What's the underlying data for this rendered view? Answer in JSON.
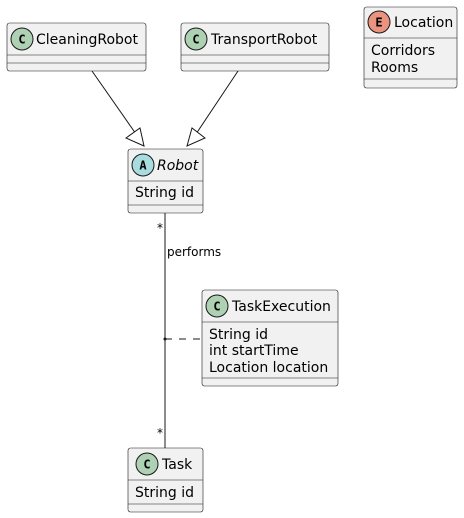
{
  "classes": {
    "cleaning_robot": {
      "name": "CleaningRobot",
      "stereotype_letter": "C",
      "badge_color": "#add1b2",
      "attributes": []
    },
    "transport_robot": {
      "name": "TransportRobot",
      "stereotype_letter": "C",
      "badge_color": "#add1b2",
      "attributes": []
    },
    "location": {
      "name": "Location",
      "stereotype_letter": "E",
      "badge_color": "#eb937f",
      "attributes": [
        "Corridors",
        "Rooms"
      ]
    },
    "robot": {
      "name": "Robot",
      "stereotype_letter": "A",
      "badge_color": "#a9dcdf",
      "attributes": [
        "String id"
      ]
    },
    "task_execution": {
      "name": "TaskExecution",
      "stereotype_letter": "C",
      "badge_color": "#add1b2",
      "attributes": [
        "String id",
        "int startTime",
        "Location location"
      ]
    },
    "task": {
      "name": "Task",
      "stereotype_letter": "C",
      "badge_color": "#add1b2",
      "attributes": [
        "String id"
      ]
    }
  },
  "relations": {
    "performs": {
      "label": "performs",
      "from_multiplicity": "*",
      "to_multiplicity": "*"
    }
  }
}
